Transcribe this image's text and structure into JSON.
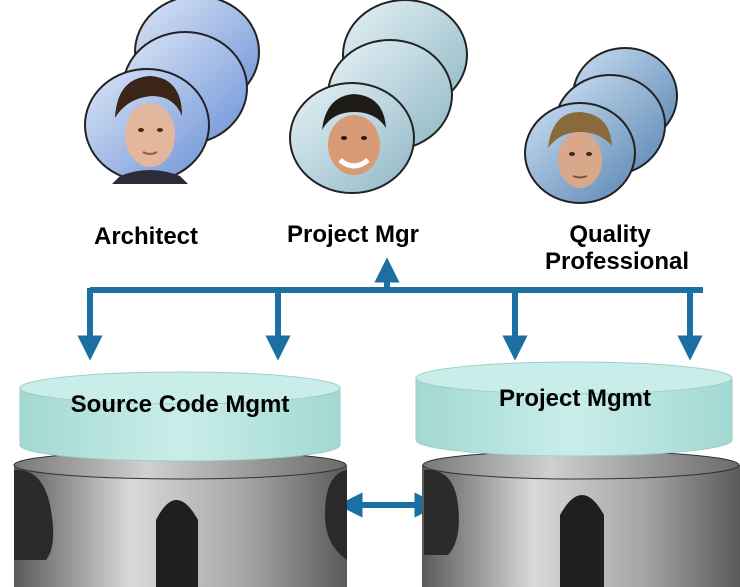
{
  "roles": [
    {
      "label_lines": [
        "Architect"
      ],
      "portrait": "architect-portrait"
    },
    {
      "label_lines": [
        "Project Mgr"
      ],
      "portrait": "project-manager-portrait"
    },
    {
      "label_lines": [
        "Quality",
        "Professional"
      ],
      "portrait": "quality-professional-portrait"
    }
  ],
  "systems": [
    {
      "label": "Source Code Mgmt"
    },
    {
      "label": "Project Mgmt"
    }
  ],
  "colors": {
    "arrow": "#1b6fa1",
    "disk_top": "#b9e6e1",
    "disk_side": "#a8dcd6",
    "server_dark": "#2e2e2e",
    "server_mid": "#9a9a9a"
  }
}
